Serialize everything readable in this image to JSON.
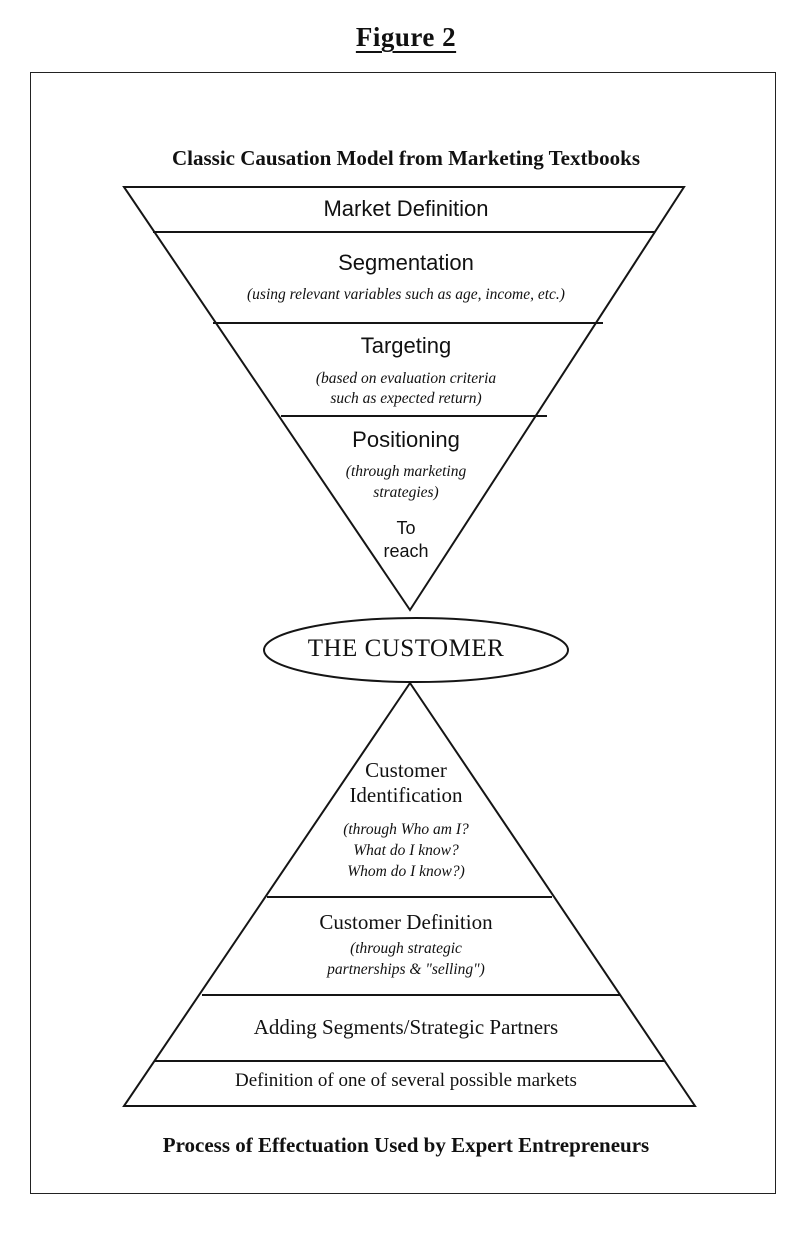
{
  "figure_title": "Figure 2",
  "top_caption": "Classic Causation Model from Marketing Textbooks",
  "bottom_caption": "Process of Effectuation Used by Expert Entrepreneurs",
  "center": "THE CUSTOMER",
  "causation_levels": [
    {
      "title": "Market Definition",
      "detail": ""
    },
    {
      "title": "Segmentation",
      "detail": "(using relevant variables such as age, income, etc.)"
    },
    {
      "title": "Targeting",
      "detail_lines": [
        "(based on evaluation criteria",
        "such as expected return)"
      ]
    },
    {
      "title": "Positioning",
      "detail_lines": [
        "(through marketing",
        "strategies)"
      ],
      "extra_lines": [
        "To",
        "reach"
      ]
    }
  ],
  "effectuation_levels": [
    {
      "title_lines": [
        "Customer",
        "Identification"
      ],
      "detail_lines": [
        "(through Who am I?",
        "What do I know?",
        "Whom do I know?)"
      ]
    },
    {
      "title": "Customer Definition",
      "detail_lines": [
        "(through strategic",
        "partnerships & \"selling\")"
      ]
    },
    {
      "title": "Adding Segments/Strategic Partners"
    },
    {
      "title": "Definition of one of several possible markets"
    }
  ]
}
